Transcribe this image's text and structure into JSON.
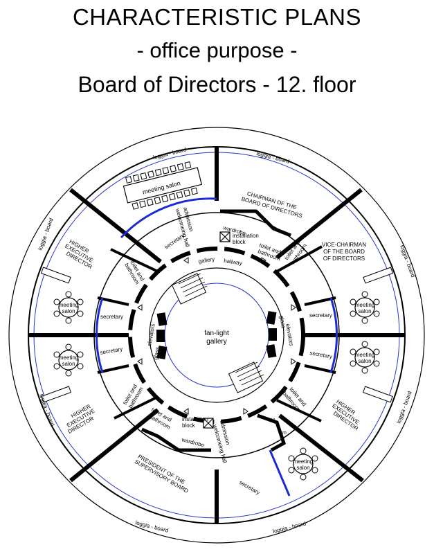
{
  "title": {
    "line1": "CHARACTERISTIC PLANS",
    "line2": "-  office purpose  -",
    "line3": "Board of Directors  -  12. floor"
  },
  "labels": {
    "loggia": "loggia - board",
    "meeting_salon_1": "meeting salon",
    "meeting": "meeting",
    "salon": "salon",
    "chairman": [
      "CHAIRMAN OF THE",
      "BOARD OF DIRECTORS"
    ],
    "vice_chairman": [
      "VICE-CHAIRMAN",
      "OF THE BOARD",
      "OF DIRECTORS"
    ],
    "higher_exec": [
      "HIGHER",
      "EXECUTIVE",
      "DIRECTOR"
    ],
    "president": [
      "PRESIDENT OF THE",
      "SUPERVISORY BOARD"
    ],
    "secretary": "secretary",
    "admission": [
      "admission",
      "welcomeing hall"
    ],
    "admission_bottom": [
      "admission",
      "welcomeing hall"
    ],
    "wardrobe": "wardrobe",
    "installation": [
      "installation",
      "block"
    ],
    "installation_bottom": [
      "installation",
      "block"
    ],
    "toilet": [
      "toilet and",
      "bathroom"
    ],
    "gallery": "gallery",
    "hallway": "hallway",
    "glass": "glass",
    "elevators": "elevators",
    "fanlight": [
      "fan-light",
      "gallery"
    ],
    "w": "w",
    "m": "m"
  }
}
